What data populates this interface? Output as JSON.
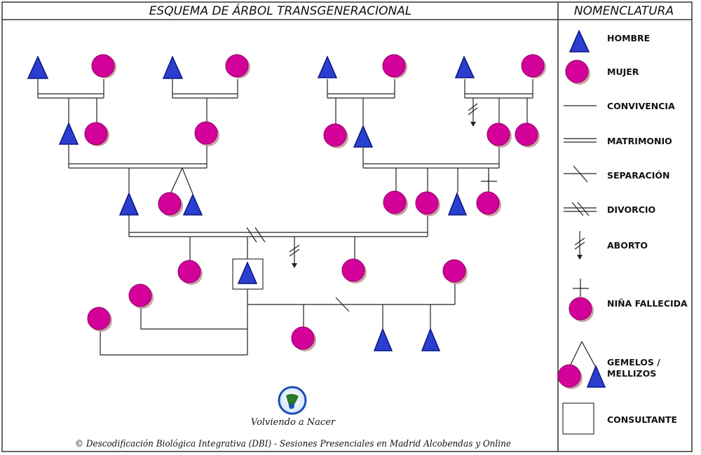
{
  "header": {
    "title": "ESQUEMA DE ÁRBOL TRANSGENERACIONAL",
    "legend_title": "NOMENCLATURA"
  },
  "legend": {
    "items": [
      {
        "key": "hombre",
        "label": "HOMBRE"
      },
      {
        "key": "mujer",
        "label": "MUJER"
      },
      {
        "key": "convivencia",
        "label": "CONVIVENCIA"
      },
      {
        "key": "matrimonio",
        "label": "MATRIMONIO"
      },
      {
        "key": "separacion",
        "label": "SEPARACIÓN"
      },
      {
        "key": "divorcio",
        "label": "DIVORCIO"
      },
      {
        "key": "aborto",
        "label": "ABORTO"
      },
      {
        "key": "nina_fallecida",
        "label": "NIÑA FALLECIDA"
      },
      {
        "key": "gemelos_1",
        "label": "GEMELOS /"
      },
      {
        "key": "gemelos_2",
        "label": "MELLIZOS"
      },
      {
        "key": "consultante",
        "label": "CONSULTANTE"
      }
    ]
  },
  "footer": {
    "logo_text": "Volviendo a Nacer",
    "copyright": "© Descodificación Biológica Integrativa (DBI) - Sesiones Presenciales en Madrid Alcobendas y Online"
  },
  "colors": {
    "male": "#2a3fd0",
    "female": "#d4009a"
  }
}
